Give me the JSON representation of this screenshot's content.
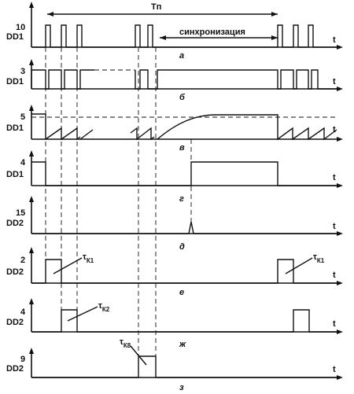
{
  "top_labels": {
    "period": "Tп",
    "sync": "синхронизация"
  },
  "rows": [
    {
      "id": "a",
      "level": "10",
      "chip": "DD1",
      "letter": "а",
      "t": "t"
    },
    {
      "id": "b",
      "level": "3",
      "chip": "DD1",
      "letter": "б",
      "t": "t"
    },
    {
      "id": "v",
      "level": "5",
      "chip": "DD1",
      "letter": "в",
      "t": "t"
    },
    {
      "id": "g",
      "level": "4",
      "chip": "DD1",
      "letter": "г",
      "t": "t"
    },
    {
      "id": "d",
      "level": "15",
      "chip": "DD2",
      "letter": "д",
      "t": "t"
    },
    {
      "id": "e",
      "level": "2",
      "chip": "DD2",
      "letter": "е",
      "t": "t"
    },
    {
      "id": "zh",
      "level": "4",
      "chip": "DD2",
      "letter": "ж",
      "t": "t"
    },
    {
      "id": "z",
      "level": "9",
      "chip": "DD2",
      "letter": "з",
      "t": "t"
    }
  ],
  "tau": [
    {
      "main": "τ",
      "sub": "К1"
    },
    {
      "main": "τ",
      "sub": "К1"
    },
    {
      "main": "τ",
      "sub": "К2"
    },
    {
      "main": "τ",
      "sub": "К8"
    }
  ]
}
